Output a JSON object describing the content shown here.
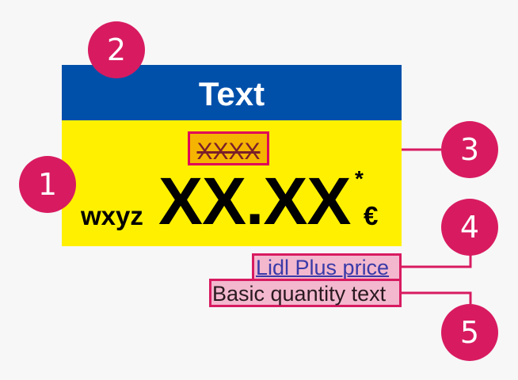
{
  "header": {
    "title": "Text"
  },
  "price_tag": {
    "old_price": "XXXX",
    "unit": "wxyz",
    "price": "XX.XX",
    "asterisk": "*",
    "currency": "€"
  },
  "labels": {
    "lidl_plus": "Lidl Plus price",
    "basic_quantity": "Basic quantity text"
  },
  "callouts": [
    "1",
    "2",
    "3",
    "4",
    "5"
  ],
  "colors": {
    "header_blue": "#0050aa",
    "body_yellow": "#fff000",
    "callout_pink": "#d81b60",
    "old_price_orange": "#f5b400",
    "label_fill": "#f3b8ce",
    "link_blue": "#3a3aa8"
  }
}
